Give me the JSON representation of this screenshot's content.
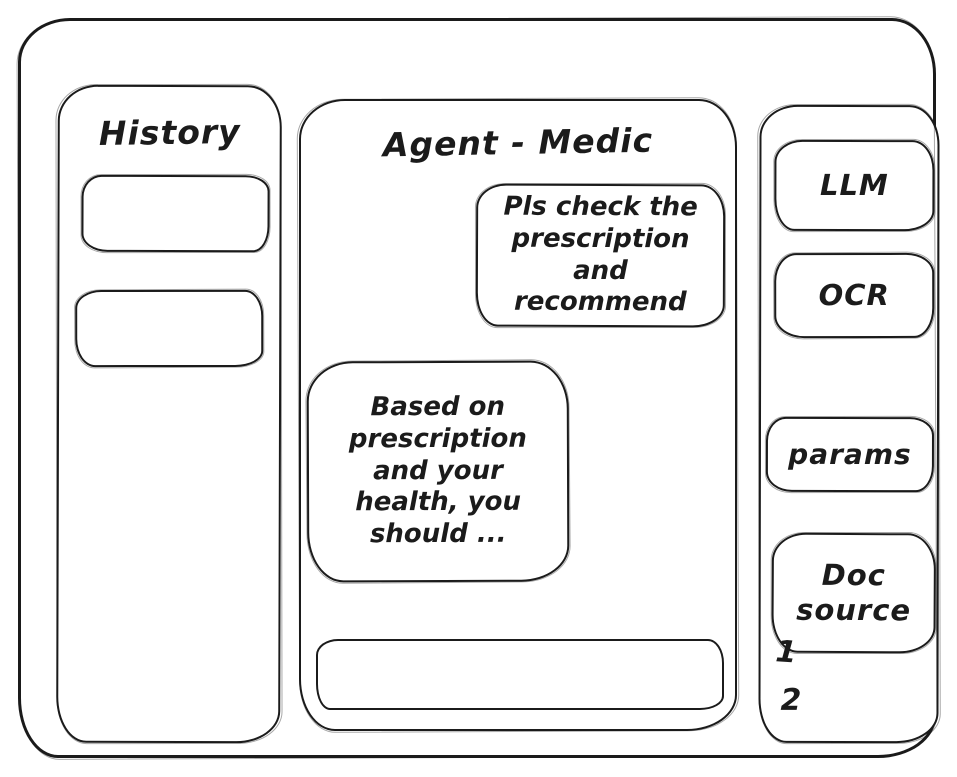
{
  "window": {
    "background": "#ffffff",
    "ink": "#1b1b1b"
  },
  "history": {
    "title": "History",
    "items": [
      {
        "label": ""
      },
      {
        "label": ""
      }
    ]
  },
  "chat": {
    "title": "Agent - Medic",
    "messages": [
      {
        "role": "user",
        "text": "Pls check the prescription and recommend"
      },
      {
        "role": "assistant",
        "text": "Based on prescription and your health, you should ..."
      }
    ],
    "input": {
      "value": "",
      "placeholder": ""
    }
  },
  "tools": {
    "buttons": [
      {
        "label": "LLM"
      },
      {
        "label": "OCR"
      },
      {
        "label": "params"
      },
      {
        "label": "Doc source"
      }
    ],
    "doc_items": [
      "1",
      "2"
    ]
  }
}
